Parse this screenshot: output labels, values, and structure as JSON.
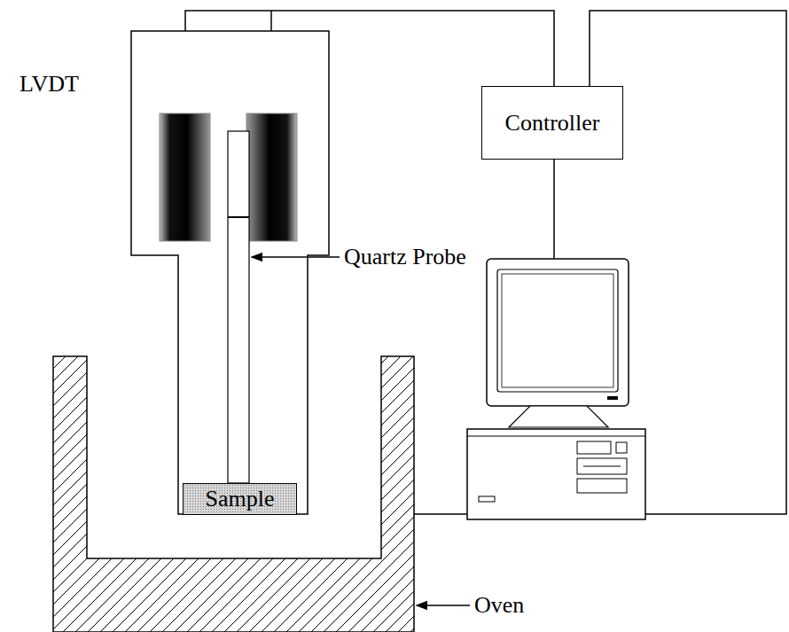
{
  "diagram": {
    "nodes": [
      {
        "text": [
          "Controller"
        ]
      },
      {
        "text": [
          "Sample"
        ]
      }
    ],
    "labels": [
      "LVDT",
      "Quartz Probe",
      "Oven"
    ]
  }
}
